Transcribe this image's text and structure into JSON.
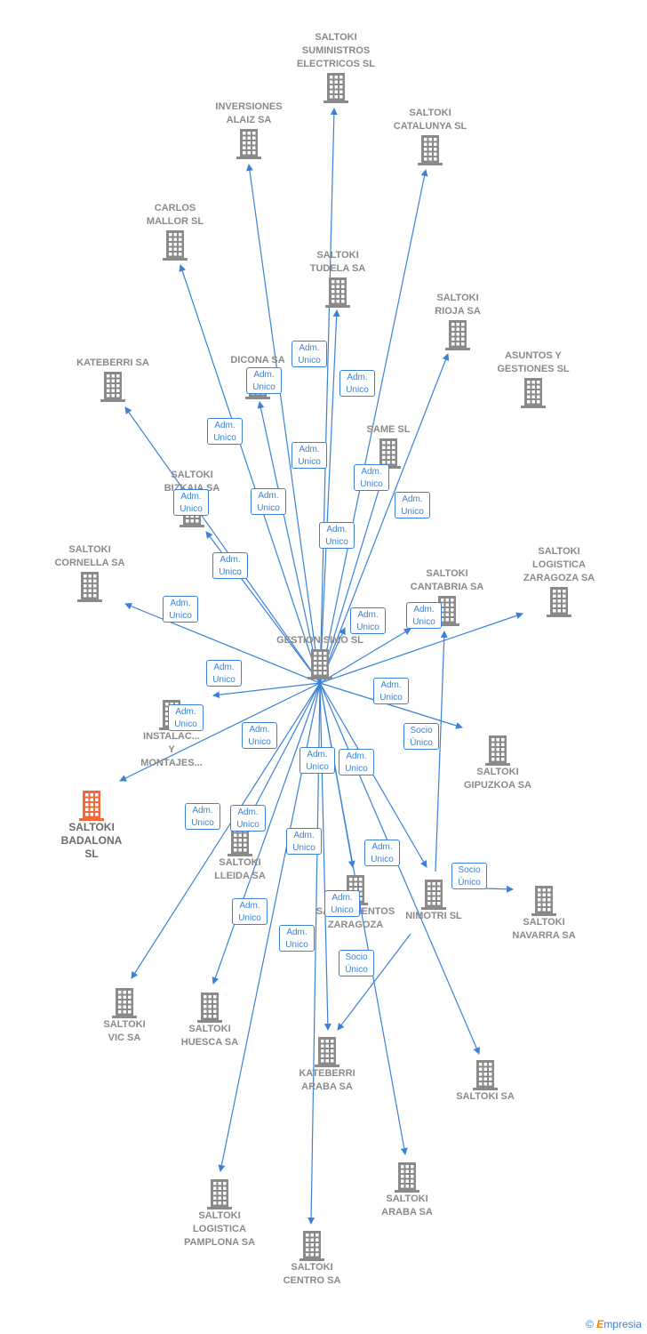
{
  "colors": {
    "edge": "#3b82d6",
    "node": "#8a8a8a",
    "highlight": "#f26a3a",
    "label": "#3b82d6"
  },
  "nodes": [
    {
      "id": "gestionisimo",
      "label": "GESTIONISIMO SL"
    },
    {
      "id": "suministros",
      "label": "SALTOKI\nSUMINISTROS\nELECTRICOS SL"
    },
    {
      "id": "alaiz",
      "label": "INVERSIONES\nALAIZ SA"
    },
    {
      "id": "catalunya",
      "label": "SALTOKI\nCATALUNYA SL"
    },
    {
      "id": "mallor",
      "label": "CARLOS\nMALLOR SL"
    },
    {
      "id": "tudela",
      "label": "SALTOKI\nTUDELA SA"
    },
    {
      "id": "rioja",
      "label": "SALTOKI\nRIOJA SA"
    },
    {
      "id": "asuntos",
      "label": "ASUNTOS Y\nGESTIONES SL"
    },
    {
      "id": "kateberri",
      "label": "KATEBERRI SA"
    },
    {
      "id": "dicona",
      "label": "DICONA SA"
    },
    {
      "id": "same",
      "label": "SAME SL"
    },
    {
      "id": "bizkaia",
      "label": "SALTOKI\nBIZKAIA SA"
    },
    {
      "id": "cornella",
      "label": "SALTOKI\nCORNELLA SA"
    },
    {
      "id": "cantabria",
      "label": "SALTOKI\nCANTABRIA SA"
    },
    {
      "id": "logzaragoza",
      "label": "SALTOKI\nLOGISTICA\nZARAGOZA SA"
    },
    {
      "id": "instalaciones",
      "label": "INSTALAC...\nY\nMONTAJES..."
    },
    {
      "id": "badalona",
      "label": "SALTOKI\nBADALONA\nSL"
    },
    {
      "id": "gipuzkoa",
      "label": "SALTOKI\nGIPUZKOA SA"
    },
    {
      "id": "lleida",
      "label": "SALTOKI\nLLEIDA SA"
    },
    {
      "id": "saneamientos",
      "label": "SANEAMIENTOS\nZARAGOZA"
    },
    {
      "id": "nimotri",
      "label": "NIMOTRI SL"
    },
    {
      "id": "navarra",
      "label": "SALTOKI\nNAVARRA SA"
    },
    {
      "id": "vic",
      "label": "SALTOKI\nVIC SA"
    },
    {
      "id": "huesca",
      "label": "SALTOKI\nHUESCA SA"
    },
    {
      "id": "kateberriaraba",
      "label": "KATEBERRI\nARABA SA"
    },
    {
      "id": "saltokisa",
      "label": "SALTOKI SA"
    },
    {
      "id": "araba",
      "label": "SALTOKI\nARABA SA"
    },
    {
      "id": "pamplona",
      "label": "SALTOKI\nLOGISTICA\nPAMPLONA SA"
    },
    {
      "id": "centro",
      "label": "SALTOKI\nCENTRO SA"
    }
  ],
  "edges": [
    {
      "from": "gestionisimo",
      "to": "suministros",
      "label": "Adm.\nUnico"
    },
    {
      "from": "gestionisimo",
      "to": "alaiz",
      "label": "Adm.\nUnico"
    },
    {
      "from": "gestionisimo",
      "to": "catalunya",
      "label": "Adm.\nUnico"
    },
    {
      "from": "gestionisimo",
      "to": "mallor",
      "label": "Adm.\nUnico"
    },
    {
      "from": "gestionisimo",
      "to": "tudela",
      "label": "Adm.\nUnico"
    },
    {
      "from": "gestionisimo",
      "to": "rioja",
      "label": "Adm.\nUnico"
    },
    {
      "from": "gestionisimo",
      "to": "asuntos",
      "label": "Adm.\nUnico"
    },
    {
      "from": "gestionisimo",
      "to": "kateberri",
      "label": "Adm.\nUnico"
    },
    {
      "from": "gestionisimo",
      "to": "dicona",
      "label": "Adm.\nUnico"
    },
    {
      "from": "gestionisimo",
      "to": "same",
      "label": "Adm.\nUnico"
    },
    {
      "from": "gestionisimo",
      "to": "bizkaia",
      "label": "Adm.\nUnico"
    },
    {
      "from": "gestionisimo",
      "to": "cornella",
      "label": "Adm.\nUnico"
    },
    {
      "from": "gestionisimo",
      "to": "cantabria",
      "label": "Adm.\nUnico"
    },
    {
      "from": "gestionisimo",
      "to": "logzaragoza",
      "label": "Adm.\nUnico"
    },
    {
      "from": "gestionisimo",
      "to": "instalaciones",
      "label": "Adm.\nUnico"
    },
    {
      "from": "gestionisimo",
      "to": "badalona",
      "label": "Adm.\nUnico"
    },
    {
      "from": "gestionisimo",
      "to": "gipuzkoa",
      "label": "Adm.\nUnico"
    },
    {
      "from": "gestionisimo",
      "to": "lleida",
      "label": "Adm.\nUnico"
    },
    {
      "from": "gestionisimo",
      "to": "saneamientos",
      "label": "Adm.\nUnico"
    },
    {
      "from": "gestionisimo",
      "to": "nimotri",
      "label": "Adm.\nUnico"
    },
    {
      "from": "gestionisimo",
      "to": "vic",
      "label": "Adm.\nUnico"
    },
    {
      "from": "gestionisimo",
      "to": "huesca",
      "label": "Adm.\nUnico"
    },
    {
      "from": "gestionisimo",
      "to": "kateberriaraba",
      "label": "Adm.\nUnico"
    },
    {
      "from": "gestionisimo",
      "to": "saltokisa",
      "label": "Adm.\nUnico"
    },
    {
      "from": "gestionisimo",
      "to": "araba",
      "label": "Adm.\nUnico"
    },
    {
      "from": "gestionisimo",
      "to": "pamplona",
      "label": "Adm.\nUnico"
    },
    {
      "from": "gestionisimo",
      "to": "centro",
      "label": "Adm.\nUnico"
    },
    {
      "from": "nimotri",
      "to": "logzaragoza",
      "label": "Socio\nÚnico"
    },
    {
      "from": "nimotri",
      "to": "navarra",
      "label": "Socio\nÚnico"
    },
    {
      "from": "nimotri",
      "to": "kateberriaraba",
      "label": "Socio\nÚnico"
    }
  ],
  "footer": {
    "copyright": "©",
    "brand_initial": "E",
    "brand": "mpresia"
  }
}
